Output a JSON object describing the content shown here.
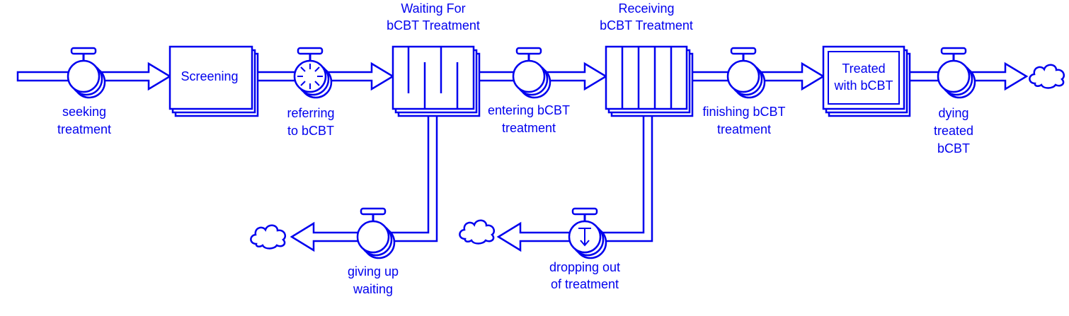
{
  "colors": {
    "ink": "#0000ee",
    "background": "#ffffff"
  },
  "stocks": {
    "screening": {
      "label": "Screening"
    },
    "waiting": {
      "label_line1": "Waiting For",
      "label_line2": "bCBT Treatment"
    },
    "receiving": {
      "label_line1": "Receiving",
      "label_line2": "bCBT Treatment"
    },
    "treated": {
      "label_line1": "Treated",
      "label_line2": "with bCBT"
    }
  },
  "flows": {
    "seeking": {
      "label_line1": "seeking",
      "label_line2": "treatment"
    },
    "referring": {
      "label_line1": "referring",
      "label_line2": "to bCBT"
    },
    "entering": {
      "label_line1": "entering bCBT",
      "label_line2": "treatment"
    },
    "finishing": {
      "label_line1": "finishing bCBT",
      "label_line2": "treatment"
    },
    "dying": {
      "label_line1": "dying",
      "label_line2": "treated",
      "label_line3": "bCBT"
    },
    "giving_up": {
      "label_line1": "giving up",
      "label_line2": "waiting"
    },
    "dropping_out": {
      "label_line1": "dropping out",
      "label_line2": "of treatment"
    }
  }
}
